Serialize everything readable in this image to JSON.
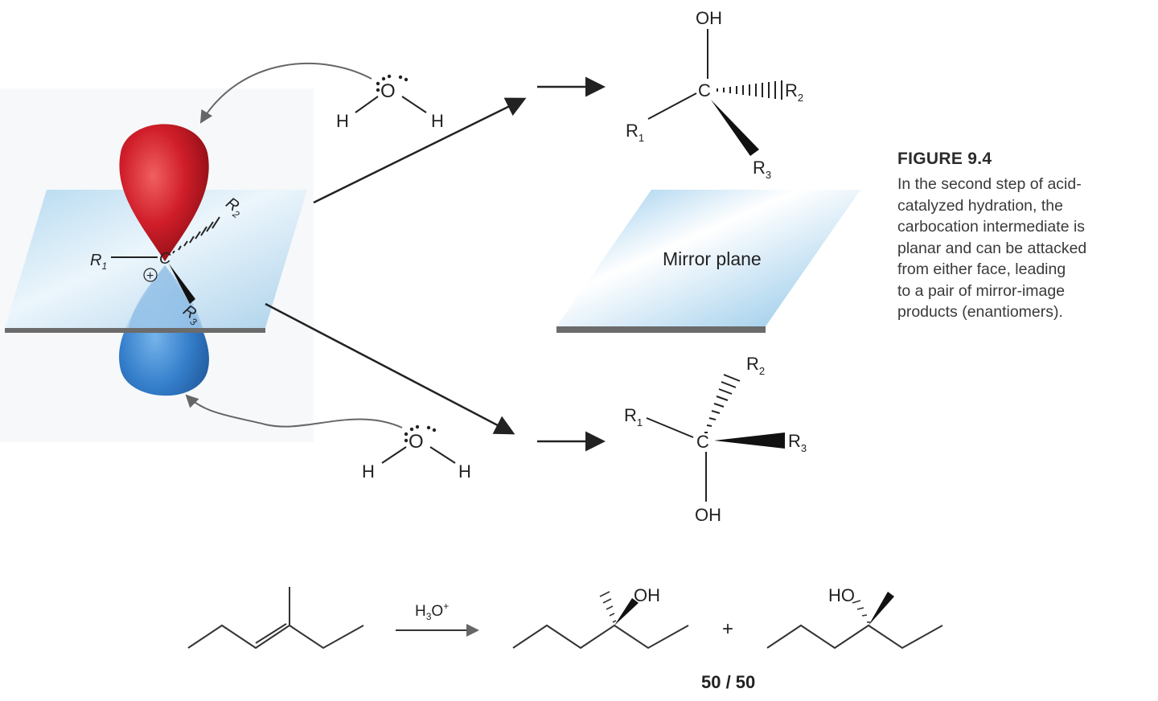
{
  "figure": {
    "title": "FIGURE 9.4",
    "caption_lines": [
      "In the second step of acid-",
      "catalyzed hydration, the",
      "carbocation intermediate is",
      "planar and can be attacked",
      "from either face, leading",
      "to a pair of mirror-image",
      "products (enantiomers)."
    ]
  },
  "carbocation": {
    "carbon": "C",
    "charge": "+",
    "r1": "R",
    "r1_sub": "1",
    "r2": "R",
    "r2_sub": "2",
    "r3": "R",
    "r3_sub": "3"
  },
  "water_top": {
    "o": "O",
    "h_left": "H",
    "h_right": "H"
  },
  "water_bottom": {
    "o": "O",
    "h_left": "H",
    "h_right": "H"
  },
  "product_top": {
    "oh": "OH",
    "carbon": "C",
    "r1": "R",
    "r1_sub": "1",
    "r2": "R",
    "r2_sub": "2",
    "r3": "R",
    "r3_sub": "3"
  },
  "mirror_plane_label": "Mirror plane",
  "product_bottom": {
    "oh": "OH",
    "carbon": "C",
    "r1": "R",
    "r1_sub": "1",
    "r2": "R",
    "r2_sub": "2",
    "r3": "R",
    "r3_sub": "3"
  },
  "reaction": {
    "reagent_main": "H",
    "reagent_sub": "3",
    "reagent_o": "O",
    "reagent_sup": "+",
    "product1_oh": "OH",
    "plus": "+",
    "product2_oh": "HO",
    "ratio": "50 / 50"
  },
  "colors": {
    "lobe_top": "#c8202a",
    "lobe_bottom": "#1f6fc0",
    "plane_fill": "#cfe8f6",
    "plane_edge": "#6b6b6b",
    "ink": "#222222"
  }
}
